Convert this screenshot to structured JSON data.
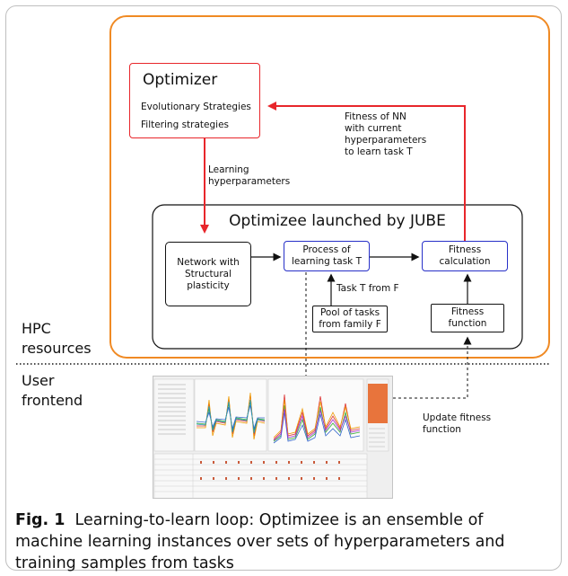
{
  "optimizer": {
    "title": "Optimizer",
    "line1": "Evolutionary Strategies",
    "line2": "Filtering strategies"
  },
  "learning_hyperparameters": [
    "Learning",
    "hyperparameters"
  ],
  "fitness_feedback": [
    "Fitness of NN",
    "with current",
    "hyperparameters",
    "to learn task T"
  ],
  "optimizee": {
    "title": "Optimizee launched by JUBE",
    "network": [
      "Network with",
      "Structural",
      "plasticity"
    ],
    "process": [
      "Process of",
      "learning task T"
    ],
    "fitness_calc": [
      "Fitness",
      "calculation"
    ],
    "task_from": "Task T from F",
    "pool": [
      "Pool of tasks",
      "from family F"
    ],
    "fitness_fn": [
      "Fitness",
      "function"
    ]
  },
  "hpc_label": [
    "HPC",
    "resources"
  ],
  "user_label": [
    "User",
    "frontend"
  ],
  "update_fitness": [
    "Update fitness",
    "function"
  ],
  "caption": {
    "label": "Fig. 1",
    "text": "Learning-to-learn loop: Optimizee is an ensemble of machine learning instances over sets of hyperparameters and training samples from tasks"
  },
  "colors": {
    "hpc_border": "#f08a24",
    "optimizer_border": "#e8262b",
    "arrow_red": "#e8262b",
    "process_border": "#2730c8",
    "frame_border": "#bfbfbf",
    "screenshot_accent": "#e8743c"
  }
}
